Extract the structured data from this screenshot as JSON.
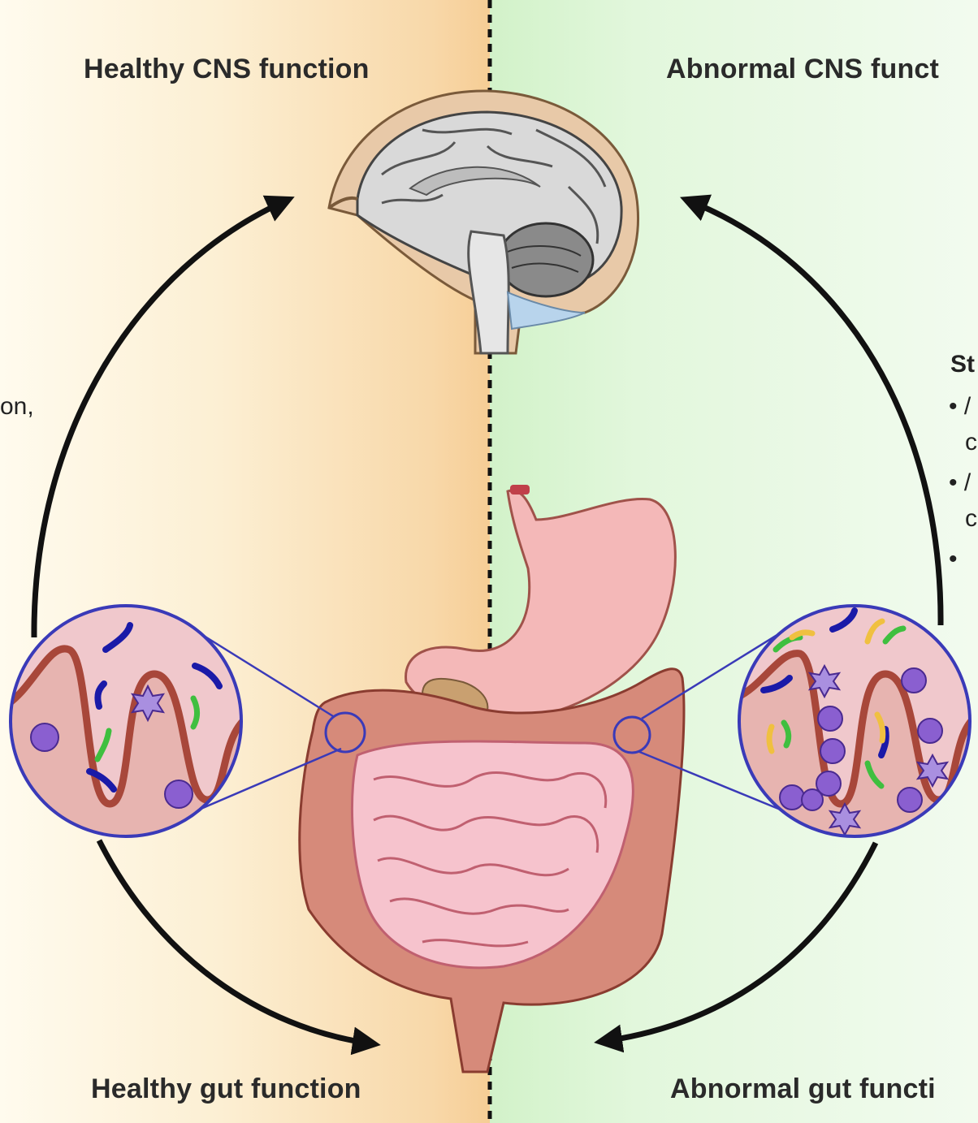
{
  "labels": {
    "healthy_cns": "Healthy CNS function",
    "abnormal_cns": "Abnormal CNS funct",
    "healthy_gut": "Healthy gut function",
    "abnormal_gut": "Abnormal gut functi"
  },
  "cropped_text": {
    "left_fragment": "on,",
    "right_heading": "St",
    "right_bullets": [
      "• /",
      "c",
      "• /",
      "c",
      "•"
    ]
  },
  "colors": {
    "left_bg": "#f8d8a9",
    "right_bg": "#d2f2c9",
    "arrow": "#111111",
    "magnifier_ring": "#3a3ab8",
    "tissue": "#e5a6a6",
    "villus": "#b65a4e",
    "immune_cell": "#8a5fd0",
    "bacteria_blue": "#1a1aa8",
    "bacteria_green": "#3fbf3f",
    "bacteria_yellow": "#f0c040"
  }
}
